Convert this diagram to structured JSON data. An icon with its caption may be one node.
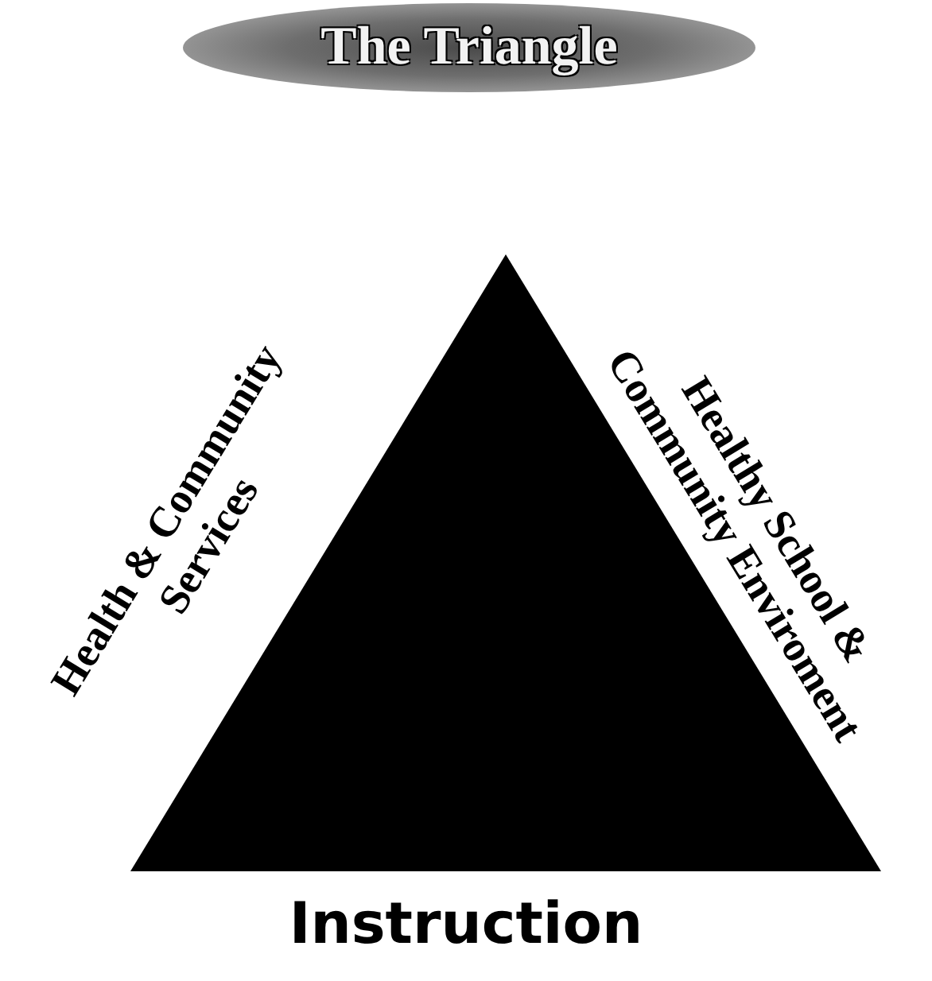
{
  "diagram": {
    "title": "The Triangle",
    "nodes": [
      {
        "text": [],
        "shape": "triangle"
      }
    ],
    "labels": [
      "Health & Community Services",
      "Healthy School & Community Enviroment",
      "Instruction"
    ]
  }
}
